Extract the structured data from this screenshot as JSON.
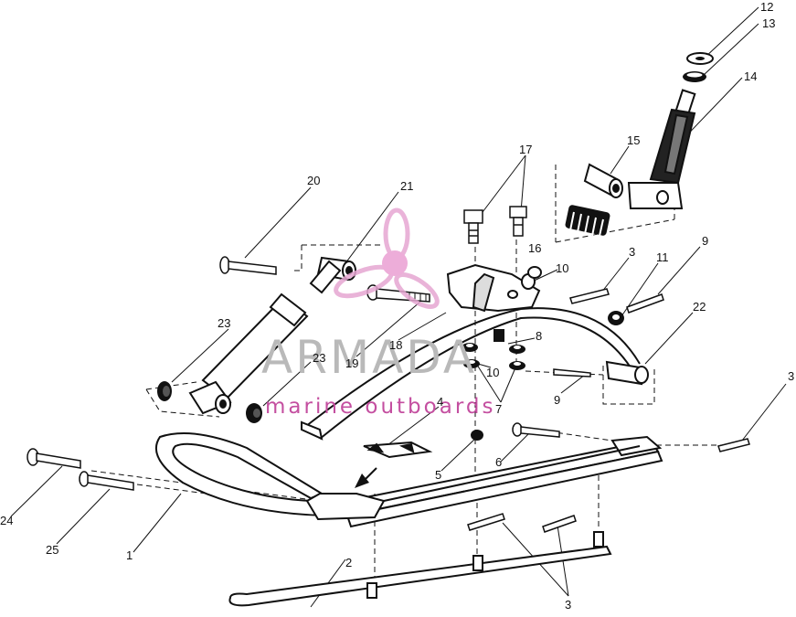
{
  "diagram": {
    "type": "exploded parts diagram",
    "subject": "snowmobile ski and spindle assembly",
    "callouts": [
      {
        "id": "c12",
        "label": "12"
      },
      {
        "id": "c13",
        "label": "13"
      },
      {
        "id": "c14",
        "label": "14"
      },
      {
        "id": "c15",
        "label": "15"
      },
      {
        "id": "c16",
        "label": "16"
      },
      {
        "id": "c17",
        "label": "17"
      },
      {
        "id": "c20",
        "label": "20"
      },
      {
        "id": "c21",
        "label": "21"
      },
      {
        "id": "c10a",
        "label": "10"
      },
      {
        "id": "c3a",
        "label": "3"
      },
      {
        "id": "c11",
        "label": "11"
      },
      {
        "id": "c9a",
        "label": "9"
      },
      {
        "id": "c22",
        "label": "22"
      },
      {
        "id": "c23a",
        "label": "23"
      },
      {
        "id": "c23b",
        "label": "23"
      },
      {
        "id": "c18",
        "label": "18"
      },
      {
        "id": "c19",
        "label": "19"
      },
      {
        "id": "c8",
        "label": "8"
      },
      {
        "id": "c10b",
        "label": "10"
      },
      {
        "id": "c7",
        "label": "7"
      },
      {
        "id": "c9b",
        "label": "9"
      },
      {
        "id": "c3b",
        "label": "3"
      },
      {
        "id": "c4",
        "label": "4"
      },
      {
        "id": "c6",
        "label": "6"
      },
      {
        "id": "c5",
        "label": "5"
      },
      {
        "id": "c24",
        "label": "24"
      },
      {
        "id": "c25",
        "label": "25"
      },
      {
        "id": "c1",
        "label": "1"
      },
      {
        "id": "c2",
        "label": "2"
      },
      {
        "id": "c3c",
        "label": "3"
      }
    ]
  },
  "watermark": {
    "title": "ARMADA",
    "subtitle": "marine outboards",
    "logo_icon": "propeller-logo-icon",
    "colors": {
      "title": "#b9b9b9",
      "accent": "#c44fa0",
      "logo": "#e6a6d2"
    }
  }
}
